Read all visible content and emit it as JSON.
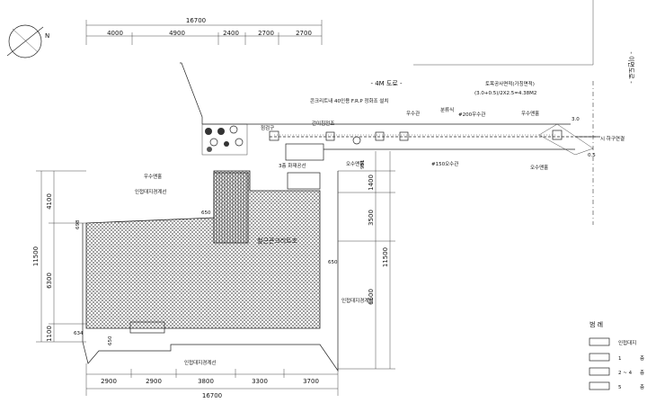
{
  "dimensions": {
    "top_total": "16700",
    "top_segments": [
      "4000",
      "4900",
      "2400",
      "2700",
      "2700"
    ],
    "bottom_total": "16700",
    "bottom_segments": [
      "2900",
      "2900",
      "3800",
      "3300",
      "3700"
    ],
    "left_total": "11500",
    "left_segments": [
      "4100",
      "6300",
      "1100"
    ],
    "right_total": "11500",
    "right_segments": [
      "1400",
      "3500",
      "6600"
    ],
    "small": [
      "698",
      "650",
      "650",
      "634",
      "650",
      "951",
      "3.0",
      "0.5"
    ]
  },
  "labels": {
    "road_4m": "- 4M 도로 -",
    "road_side": "- 이면도로 -",
    "wc_note": "콘크리트내 40인용 F.R.P 정화조 설치",
    "inspection": "점검구",
    "cleaning": "간이침전조",
    "sewer_main": "분류식",
    "drain_pipe_upper": "우수관",
    "pipe_200": "#200우수관",
    "pipe_150": "#150오수관",
    "rain_box_1": "우수맨홀",
    "rain_box_2": "우수맨홀",
    "sewage_box_1": "오수맨홀",
    "sewage_box_2": "오수맨홀",
    "drain_formula_title": "토목공사면적(가칭면적)",
    "drain_formula": "(3.0+0.5)/2X2.5=4.38M2",
    "discharge": "시 하구연결",
    "tank_label": "3층 화재공선",
    "surface_1": "인접대지경계선",
    "surface_2": "인접대지경계선",
    "surface_3": "인접대지경계선",
    "building": "철근콘크리트조",
    "north": "N"
  },
  "legend": {
    "title": "범 례",
    "items": [
      {
        "label": "인접대지",
        "count": ""
      },
      {
        "label": "1",
        "count": "층"
      },
      {
        "label": "2 ~ 4",
        "count": "층"
      },
      {
        "label": "5",
        "count": "층"
      }
    ]
  }
}
